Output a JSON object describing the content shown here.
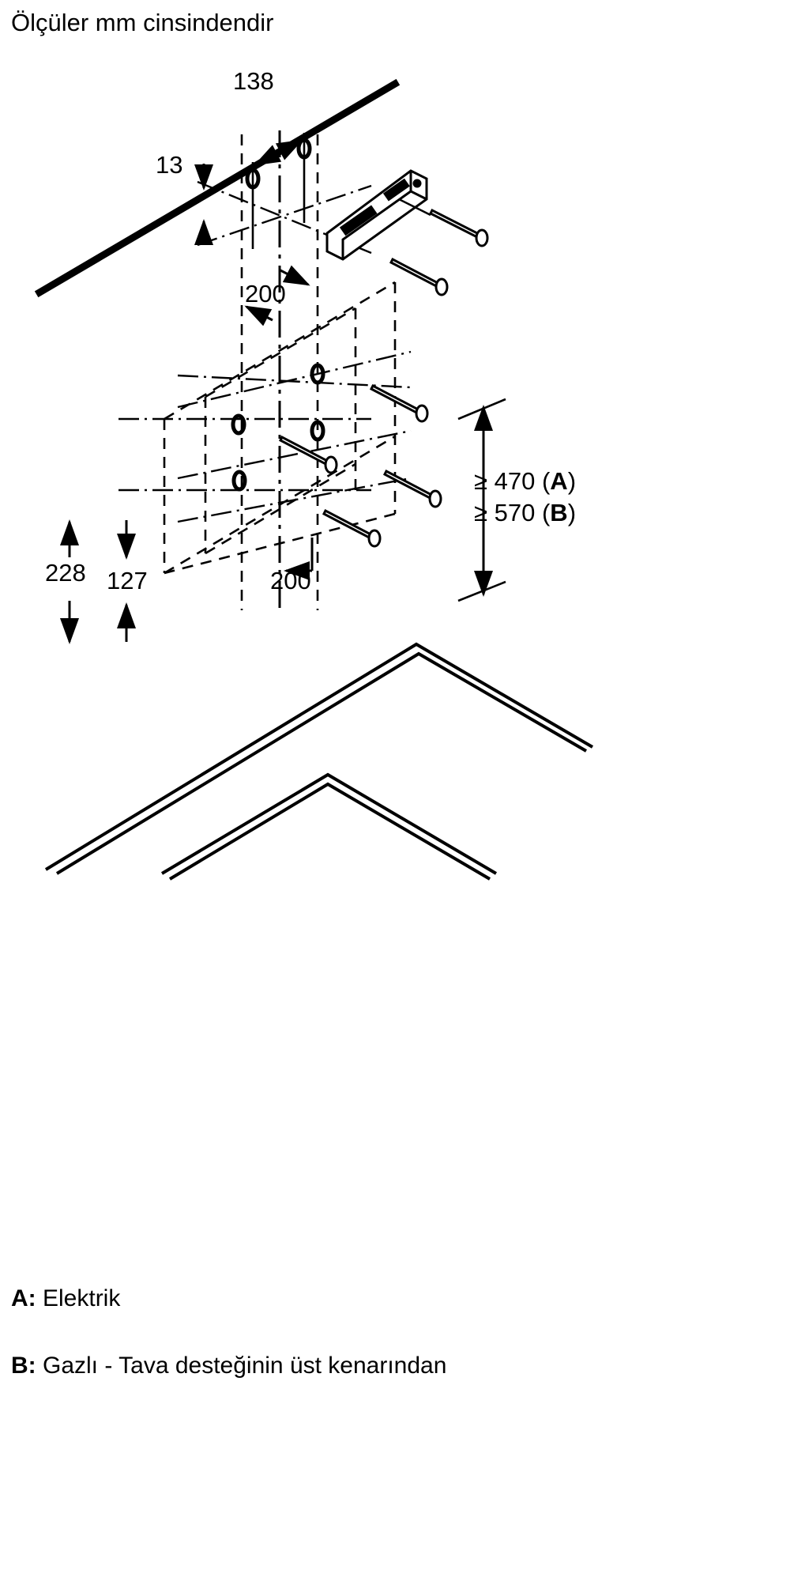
{
  "title": "Ölçüler mm cinsindendir",
  "units": "mm",
  "dimensions": {
    "d138": "138",
    "d13": "13",
    "d200_upper": "200",
    "d200_lower": "200",
    "d228": "228",
    "d127": "127",
    "min_a_prefix": "≥ 470 (",
    "min_a_key": "A",
    "min_a_suffix": ")",
    "min_b_prefix": "≥ 570 (",
    "min_b_key": "B",
    "min_b_suffix": ")"
  },
  "legend": {
    "a_key": "A:",
    "a_text": "Elektrik",
    "b_key": "B:",
    "b_text": "Gazlı - Tava desteğinin üst kenarından"
  },
  "graphic": {
    "wall_line": "wall-edge-line",
    "bracket": "wall-mounting-bracket",
    "screws": "mounting-screw",
    "hole_marks": "drill-hole-marker",
    "hob": "hob-outline",
    "centerline": "vertical-centerline"
  }
}
